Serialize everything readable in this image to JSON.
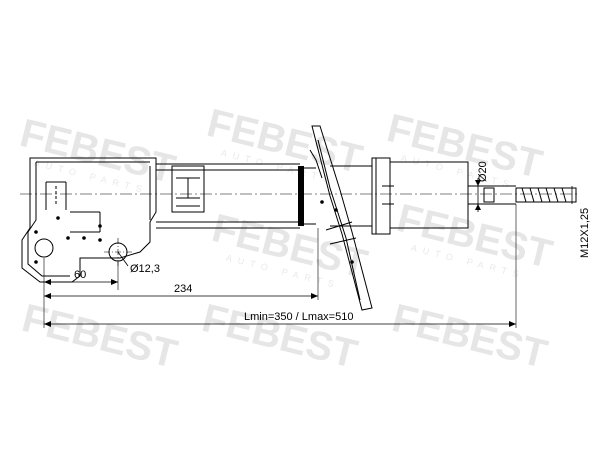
{
  "watermark": {
    "brand": "FEBEST",
    "sub": "AUTO PARTS"
  },
  "dimensions": {
    "hole_diameter": "Ø12,3",
    "offset": "60",
    "mount_to_spring": "234",
    "length": "Lmin=350 / Lmax=510",
    "rod_diameter": "Ø20",
    "thread": "M12X1,25"
  }
}
